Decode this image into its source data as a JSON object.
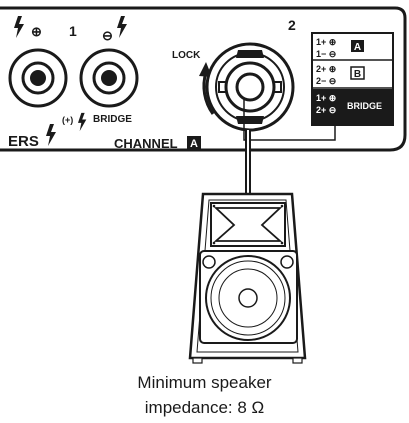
{
  "panel": {
    "connector_1_label": "1",
    "connector_2_label": "2",
    "lock_label": "LOCK",
    "polarity_plus": "⊕",
    "polarity_minus": "⊖",
    "speakers_partial_label": "ERS",
    "bridge_label": "BRIDGE",
    "bridge_plus_label": "(+)",
    "channel_label": "CHANNEL",
    "channel_letter": "A"
  },
  "pin_table": {
    "rows": [
      {
        "line1": "1+ ⊕",
        "line2": "1− ⊖",
        "badge": "A"
      },
      {
        "line1": "2+ ⊕",
        "line2": "2− ⊖",
        "badge": "B"
      },
      {
        "line1": "1+ ⊕",
        "line2": "2+ ⊖",
        "badge": "BRIDGE"
      }
    ]
  },
  "caption": {
    "line1": "Minimum speaker",
    "line2": "impedance: 8 Ω"
  },
  "icons": [
    "lightning-icon",
    "speakon-connector-icon",
    "phone-jack-icon",
    "speaker-cabinet-icon"
  ]
}
